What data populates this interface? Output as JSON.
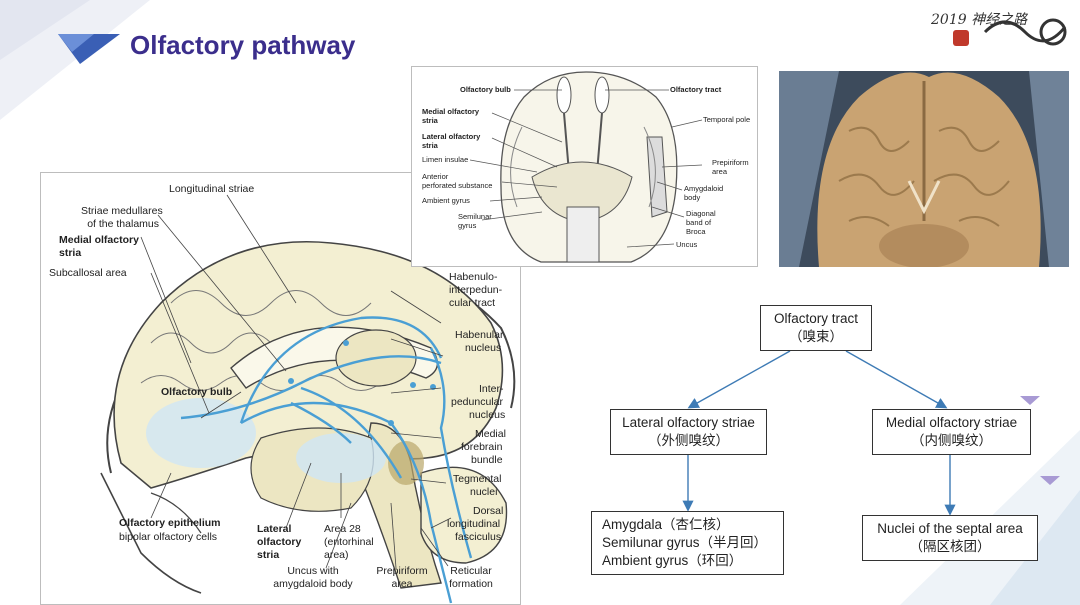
{
  "slide": {
    "title": "Olfactory pathway",
    "logo_text": "2019 神经之路"
  },
  "midsagittal_figure": {
    "labels": {
      "longitudinal_striae": "Longitudinal striae",
      "striae_medullares_1": "Striae medullares",
      "striae_medullares_2": "of the thalamus",
      "medial_olfactory_stria_1": "Medial olfactory",
      "medial_olfactory_stria_2": "stria",
      "subcallosal_area": "Subcallosal area",
      "habenulo_1": "Habenulo-",
      "habenulo_2": "interpedun-",
      "habenulo_3": "cular tract",
      "habenular_nucleus_1": "Habenular",
      "habenular_nucleus_2": "nucleus",
      "olfactory_bulb": "Olfactory bulb",
      "interpeduncular_1": "Inter-",
      "interpeduncular_2": "peduncular",
      "interpeduncular_3": "nucleus",
      "medial_forebrain_1": "Medial",
      "medial_forebrain_2": "forebrain",
      "medial_forebrain_3": "bundle",
      "tegmental_1": "Tegmental",
      "tegmental_2": "nuclei",
      "dorsal_long_1": "Dorsal",
      "dorsal_long_2": "longitudinal",
      "dorsal_long_3": "fasciculus",
      "olfactory_epithelium": "Olfactory epithelium",
      "bipolar_cells": "bipolar olfactory cells",
      "lateral_stria_1": "Lateral",
      "lateral_stria_2": "olfactory",
      "lateral_stria_3": "stria",
      "area28_1": "Area 28",
      "area28_2": "(entorhinal",
      "area28_3": "area)",
      "uncus_1": "Uncus with",
      "uncus_2": "amygdaloid body",
      "prepiriform_1": "Prepiriform",
      "prepiriform_2": "area",
      "reticular_1": "Reticular",
      "reticular_2": "formation"
    }
  },
  "basal_figure": {
    "labels": {
      "olfactory_bulb": "Olfactory bulb",
      "olfactory_tract": "Olfactory tract",
      "medial_stria_1": "Medial olfactory",
      "medial_stria_2": "stria",
      "lateral_stria_1": "Lateral olfactory",
      "lateral_stria_2": "stria",
      "limen_insulae": "Limen insulae",
      "anterior_perf_1": "Anterior",
      "anterior_perf_2": "perforated substance",
      "ambient_gyrus": "Ambient gyrus",
      "semilunar_1": "Semilunar",
      "semilunar_2": "gyrus",
      "temporal_pole": "Temporal pole",
      "prepiriform_1": "Prepiriform",
      "prepiriform_2": "area",
      "amygdaloid_1": "Amygdaloid",
      "amygdaloid_2": "body",
      "diagonal_1": "Diagonal",
      "diagonal_2": "band of",
      "diagonal_3": "Broca",
      "uncus": "Uncus"
    }
  },
  "flowchart": {
    "root": {
      "line1": "Olfactory tract",
      "line2": "（嗅束）"
    },
    "left": {
      "line1": "Lateral olfactory striae",
      "line2": "（外侧嗅纹）"
    },
    "right": {
      "line1": "Medial olfactory striae",
      "line2": "（内侧嗅纹）"
    },
    "left_child": {
      "line1": "Amygdala（杏仁核）",
      "line2": "Semilunar gyrus（半月回）",
      "line3": "Ambient gyrus（环回）"
    },
    "right_child": {
      "line1": "Nuclei of the septal area",
      "line2": "（隔区核团）"
    }
  },
  "colors": {
    "title": "#3b2e8c",
    "pathway_blue": "#4a9fd4",
    "brain_fill": "#f3efd2",
    "arrow": "#3e7bb5"
  }
}
